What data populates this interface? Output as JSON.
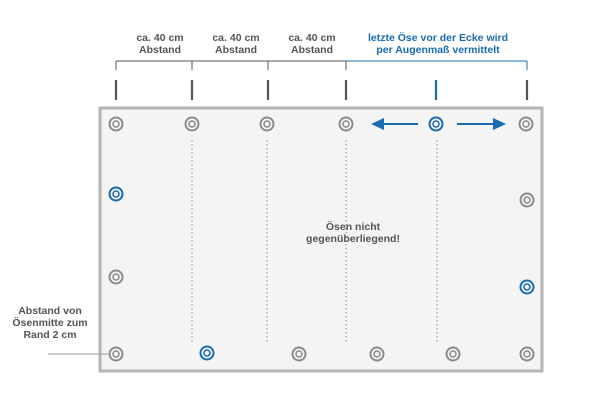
{
  "spacing_labels": [
    {
      "line1": "ca. 40 cm",
      "line2": "Abstand"
    },
    {
      "line1": "ca. 40 cm",
      "line2": "Abstand"
    },
    {
      "line1": "ca. 40 cm",
      "line2": "Abstand"
    }
  ],
  "corner_note": {
    "line1": "letzte Öse vor der Ecke wird",
    "line2": "per Augenmaß vermittelt"
  },
  "center_note": {
    "line1": "Ösen nicht",
    "line2": "gegenüberliegend!"
  },
  "edge_note": {
    "line1": "Abstand von",
    "line2": "Ösenmitte zum",
    "line3": "Rand 2 cm"
  },
  "colors": {
    "highlight_blue": "#1a6bb0",
    "gray_text": "#555555",
    "banner_fill": "#f4f4f4",
    "banner_border": "#b5b5b5",
    "grommet_gray": "#8a8a8a"
  }
}
